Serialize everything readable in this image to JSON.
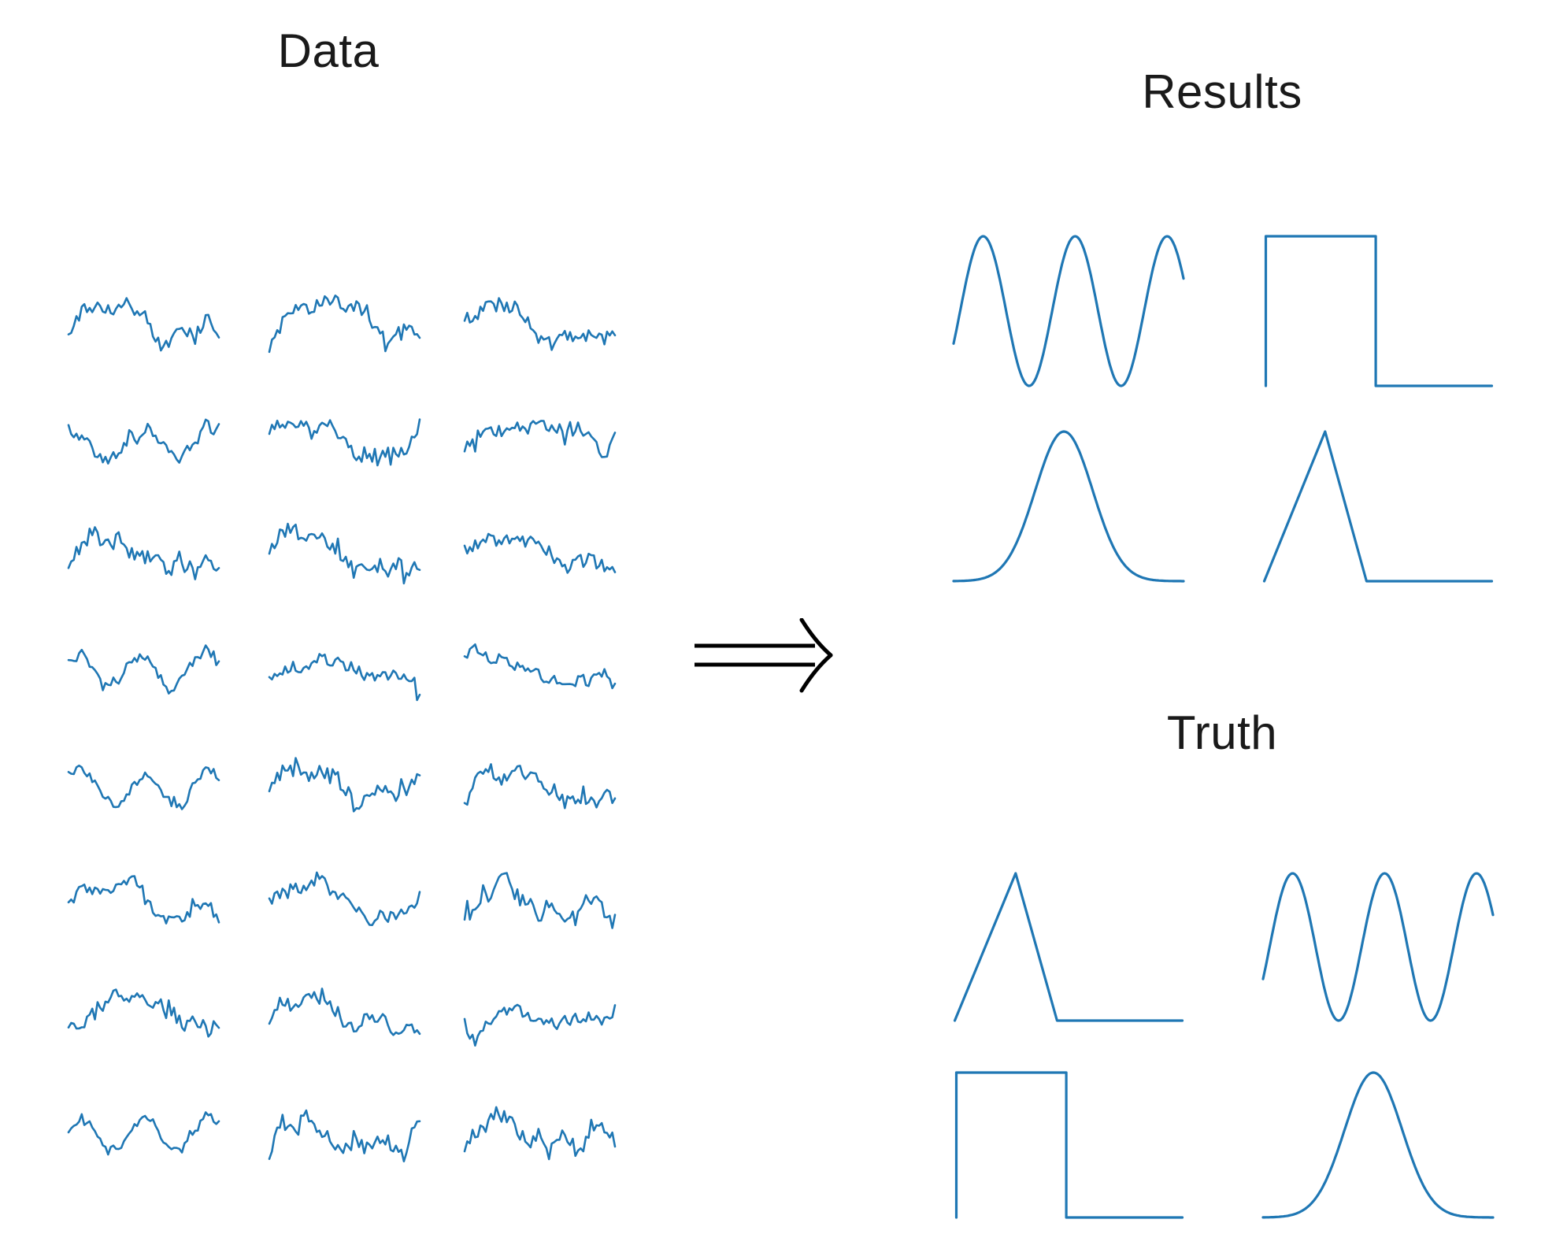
{
  "titles": {
    "data": "Data",
    "results": "Results",
    "truth": "Truth"
  },
  "colors": {
    "line": "#1f77b4",
    "arrow": "#000000",
    "background": "#ffffff",
    "text": "#1a1a1a"
  },
  "arrow": {
    "glyph": "⟹",
    "direction": "right"
  },
  "chart_data": [
    {
      "id": "data",
      "title": "Data",
      "type": "line",
      "grid": {
        "rows": 8,
        "cols": 3
      },
      "axes": "none",
      "legend": "none",
      "panels": [
        {
          "row": 1,
          "col": 1,
          "trend": [
            0.25,
            0.6,
            0.68,
            0.58,
            0.72,
            0.63,
            0.52,
            0.28,
            0.22,
            0.4,
            0.3,
            0.45,
            0.35
          ],
          "noise": 0.07,
          "seed": 101
        },
        {
          "row": 1,
          "col": 2,
          "trend": [
            0.12,
            0.45,
            0.6,
            0.63,
            0.66,
            0.72,
            0.64,
            0.67,
            0.52,
            0.3,
            0.28,
            0.44,
            0.22
          ],
          "noise": 0.08,
          "seed": 102
        },
        {
          "row": 1,
          "col": 3,
          "trend": [
            0.42,
            0.62,
            0.7,
            0.58,
            0.68,
            0.48,
            0.28,
            0.26,
            0.34,
            0.22,
            0.32,
            0.26,
            0.3
          ],
          "noise": 0.07,
          "seed": 103
        },
        {
          "row": 2,
          "col": 1,
          "trend": [
            0.55,
            0.48,
            0.32,
            0.18,
            0.3,
            0.46,
            0.55,
            0.48,
            0.32,
            0.22,
            0.42,
            0.62,
            0.5
          ],
          "noise": 0.06,
          "seed": 104
        },
        {
          "row": 2,
          "col": 2,
          "trend": [
            0.56,
            0.62,
            0.54,
            0.6,
            0.56,
            0.58,
            0.44,
            0.22,
            0.24,
            0.32,
            0.24,
            0.32,
            0.58
          ],
          "noise": 0.07,
          "seed": 105
        },
        {
          "row": 2,
          "col": 3,
          "trend": [
            0.28,
            0.46,
            0.56,
            0.52,
            0.64,
            0.58,
            0.66,
            0.6,
            0.55,
            0.48,
            0.55,
            0.18,
            0.45
          ],
          "noise": 0.08,
          "seed": 106
        },
        {
          "row": 3,
          "col": 1,
          "trend": [
            0.32,
            0.55,
            0.72,
            0.55,
            0.62,
            0.45,
            0.4,
            0.44,
            0.26,
            0.36,
            0.2,
            0.38,
            0.22
          ],
          "noise": 0.09,
          "seed": 107
        },
        {
          "row": 3,
          "col": 2,
          "trend": [
            0.48,
            0.66,
            0.74,
            0.58,
            0.66,
            0.54,
            0.38,
            0.28,
            0.28,
            0.24,
            0.36,
            0.26,
            0.3
          ],
          "noise": 0.08,
          "seed": 108
        },
        {
          "row": 3,
          "col": 3,
          "trend": [
            0.5,
            0.58,
            0.66,
            0.54,
            0.7,
            0.6,
            0.62,
            0.44,
            0.28,
            0.36,
            0.4,
            0.34,
            0.26
          ],
          "noise": 0.08,
          "seed": 109
        },
        {
          "row": 4,
          "col": 1,
          "trend": [
            0.5,
            0.64,
            0.44,
            0.24,
            0.36,
            0.56,
            0.62,
            0.44,
            0.16,
            0.32,
            0.56,
            0.66,
            0.5
          ],
          "noise": 0.05,
          "seed": 110
        },
        {
          "row": 4,
          "col": 2,
          "trend": [
            0.32,
            0.42,
            0.5,
            0.45,
            0.62,
            0.54,
            0.5,
            0.46,
            0.42,
            0.38,
            0.42,
            0.34,
            0.14
          ],
          "noise": 0.07,
          "seed": 111
        },
        {
          "row": 4,
          "col": 3,
          "trend": [
            0.58,
            0.7,
            0.54,
            0.6,
            0.5,
            0.46,
            0.4,
            0.34,
            0.24,
            0.36,
            0.3,
            0.42,
            0.3
          ],
          "noise": 0.06,
          "seed": 112
        },
        {
          "row": 5,
          "col": 1,
          "trend": [
            0.58,
            0.66,
            0.48,
            0.28,
            0.22,
            0.42,
            0.58,
            0.5,
            0.28,
            0.18,
            0.42,
            0.68,
            0.54
          ],
          "noise": 0.05,
          "seed": 113
        },
        {
          "row": 5,
          "col": 2,
          "trend": [
            0.38,
            0.6,
            0.62,
            0.54,
            0.62,
            0.56,
            0.44,
            0.14,
            0.38,
            0.42,
            0.34,
            0.4,
            0.56
          ],
          "noise": 0.08,
          "seed": 114
        },
        {
          "row": 5,
          "col": 3,
          "trend": [
            0.18,
            0.56,
            0.6,
            0.5,
            0.62,
            0.58,
            0.5,
            0.34,
            0.24,
            0.32,
            0.26,
            0.36,
            0.3
          ],
          "noise": 0.07,
          "seed": 115
        },
        {
          "row": 6,
          "col": 1,
          "trend": [
            0.38,
            0.62,
            0.54,
            0.62,
            0.58,
            0.74,
            0.48,
            0.28,
            0.28,
            0.2,
            0.36,
            0.44,
            0.22
          ],
          "noise": 0.06,
          "seed": 116
        },
        {
          "row": 6,
          "col": 2,
          "trend": [
            0.44,
            0.52,
            0.62,
            0.54,
            0.74,
            0.52,
            0.48,
            0.36,
            0.2,
            0.3,
            0.24,
            0.32,
            0.46
          ],
          "noise": 0.07,
          "seed": 117
        },
        {
          "row": 6,
          "col": 3,
          "trend": [
            0.28,
            0.44,
            0.5,
            0.78,
            0.54,
            0.44,
            0.34,
            0.4,
            0.28,
            0.34,
            0.5,
            0.34,
            0.24
          ],
          "noise": 0.08,
          "seed": 118
        },
        {
          "row": 7,
          "col": 1,
          "trend": [
            0.28,
            0.34,
            0.46,
            0.62,
            0.7,
            0.6,
            0.66,
            0.58,
            0.54,
            0.38,
            0.46,
            0.28,
            0.34
          ],
          "noise": 0.08,
          "seed": 119
        },
        {
          "row": 7,
          "col": 2,
          "trend": [
            0.44,
            0.62,
            0.54,
            0.7,
            0.66,
            0.58,
            0.38,
            0.34,
            0.46,
            0.4,
            0.28,
            0.38,
            0.3
          ],
          "noise": 0.08,
          "seed": 120
        },
        {
          "row": 7,
          "col": 3,
          "trend": [
            0.3,
            0.18,
            0.4,
            0.5,
            0.56,
            0.44,
            0.4,
            0.36,
            0.42,
            0.38,
            0.46,
            0.34,
            0.46
          ],
          "noise": 0.06,
          "seed": 121
        },
        {
          "row": 8,
          "col": 1,
          "trend": [
            0.44,
            0.62,
            0.5,
            0.26,
            0.24,
            0.46,
            0.62,
            0.46,
            0.24,
            0.22,
            0.46,
            0.64,
            0.54
          ],
          "noise": 0.04,
          "seed": 122
        },
        {
          "row": 8,
          "col": 2,
          "trend": [
            0.18,
            0.56,
            0.48,
            0.66,
            0.44,
            0.34,
            0.24,
            0.32,
            0.22,
            0.36,
            0.24,
            0.28,
            0.58
          ],
          "noise": 0.08,
          "seed": 123
        },
        {
          "row": 8,
          "col": 3,
          "trend": [
            0.26,
            0.46,
            0.56,
            0.64,
            0.5,
            0.28,
            0.46,
            0.22,
            0.44,
            0.2,
            0.42,
            0.5,
            0.34
          ],
          "noise": 0.09,
          "seed": 124
        }
      ]
    },
    {
      "id": "results",
      "title": "Results",
      "type": "line",
      "axes": "none",
      "legend": "none",
      "panels": [
        {
          "slot": 1,
          "wave": "sine",
          "cycles": 2.5,
          "phase_rad": -0.45,
          "y_range": [
            -1,
            1
          ]
        },
        {
          "slot": 2,
          "wave": "square",
          "high_start": 0.012,
          "high_end": 0.49,
          "low": 0,
          "high": 1
        },
        {
          "slot": 3,
          "wave": "gauss",
          "center": 0.48,
          "sigma": 0.125,
          "peak_value": 1,
          "baseline": 0
        },
        {
          "slot": 4,
          "wave": "triangle",
          "apex": 0.27,
          "zero": 0.45,
          "peak_value": 1,
          "baseline": 0
        }
      ]
    },
    {
      "id": "truth",
      "title": "Truth",
      "type": "line",
      "axes": "none",
      "legend": "none",
      "panels": [
        {
          "slot": 1,
          "wave": "triangle",
          "apex": 0.27,
          "zero": 0.45,
          "peak_value": 1,
          "baseline": 0
        },
        {
          "slot": 2,
          "wave": "sine",
          "cycles": 2.5,
          "phase_rad": -0.45,
          "y_range": [
            -1,
            1
          ]
        },
        {
          "slot": 3,
          "wave": "square",
          "high_start": 0.012,
          "high_end": 0.49,
          "low": 0,
          "high": 1
        },
        {
          "slot": 4,
          "wave": "gauss",
          "center": 0.48,
          "sigma": 0.125,
          "peak_value": 1,
          "baseline": 0
        }
      ]
    }
  ]
}
